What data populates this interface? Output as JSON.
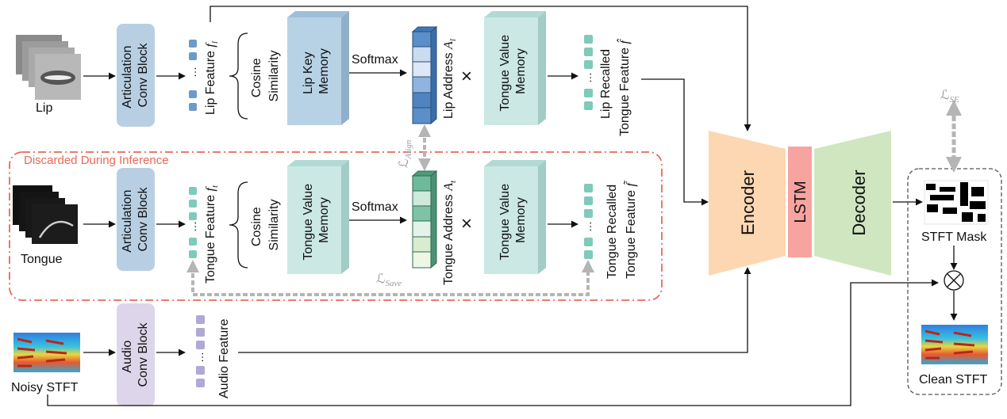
{
  "inputs": {
    "lip": "Lip",
    "tongue": "Tongue",
    "noisy_stft": "Noisy STFT"
  },
  "blocks": {
    "articulation_conv_block_line1": "Articulation",
    "articulation_conv_block_line2": "Conv Block",
    "audio_conv_block_line1": "Audio",
    "audio_conv_block_line2": "Conv Block",
    "cosine_line1": "Cosine",
    "cosine_line2": "Similarity",
    "lip_key_memory_line1": "Lip Key",
    "lip_key_memory_line2": "Memory",
    "tongue_value_memory_line1": "Tongue Value",
    "tongue_value_memory_line2": "Memory",
    "encoder": "Encoder",
    "lstm": "LSTM",
    "decoder": "Decoder"
  },
  "features": {
    "lip_feature": "Lip Feature",
    "lip_feature_sym": "f",
    "lip_feature_sub": "l",
    "tongue_feature": "Tongue Feature",
    "tongue_feature_sym": "f",
    "tongue_feature_sub": "t",
    "audio_feature": "Audio Feature",
    "lip_address": "Lip Address",
    "lip_address_sym": "A",
    "lip_address_sub": "l",
    "tongue_address": "Tongue Address",
    "tongue_address_sym": "A",
    "tongue_address_sub": "t",
    "lip_recalled_line1": "Lip Recalled",
    "lip_recalled_line2": "Tongue Feature",
    "lip_recalled_sym": "f̂",
    "tongue_recalled_line1": "Tongue Recalled",
    "tongue_recalled_line2": "Tongue Feature",
    "tongue_recalled_sym": "f̃",
    "ellipsis": "…"
  },
  "ops": {
    "softmax": "Softmax",
    "multiply": "×"
  },
  "losses": {
    "script_l": "ℒ",
    "align_sub": "Align",
    "save_sub": "Save",
    "se_sub": "SE"
  },
  "regions": {
    "discarded": "Discarded During Inference"
  },
  "outputs": {
    "stft_mask": "STFT Mask",
    "clean_stft": "Clean STFT"
  },
  "colors": {
    "articulation_block": "#b8cfe3",
    "audio_block": "#ddd6ea",
    "lip_key_memory": "#b8d2e5",
    "tongue_value_memory": "#cbe8e4",
    "lip_feature_square": "#6a9cc7",
    "tongue_feature_square": "#7fcabb",
    "audio_feature_square": "#b0a8d6",
    "lip_address": "#5a8fc9",
    "tongue_address": "#6fba9a",
    "encoder": "#fcd7b2",
    "lstm": "#f7a3a0",
    "decoder": "#cfe6c1",
    "discard_border": "#e8685a",
    "loss_arrow": "#b5b5b5"
  }
}
